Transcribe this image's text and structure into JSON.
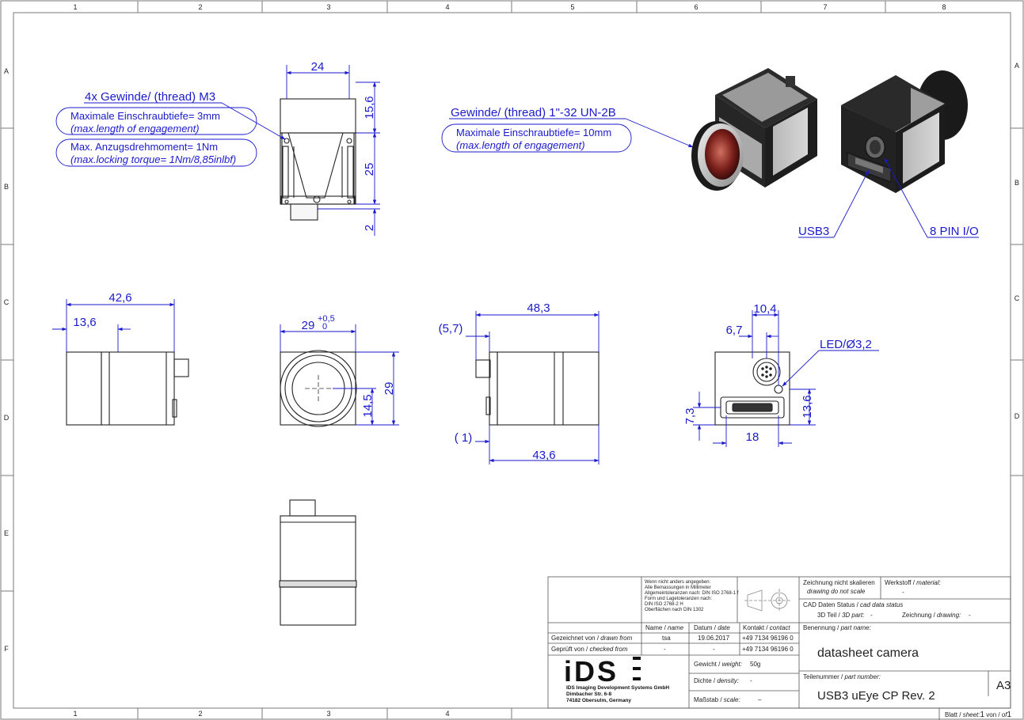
{
  "frame": {
    "col_labels": [
      "1",
      "2",
      "3",
      "4",
      "5",
      "6",
      "7",
      "8"
    ],
    "bottom_col_labels": [
      "1",
      "2",
      "3",
      "4"
    ],
    "row_labels": [
      "A",
      "B",
      "C",
      "D",
      "E",
      "F"
    ]
  },
  "dimensions": {
    "top_width": "24",
    "top_h1": "15,6",
    "top_h2": "25",
    "top_h3": "2",
    "side_total": "42,6",
    "side_part": "13,6",
    "front_width": "29",
    "front_tol_upper": "+0,5",
    "front_tol_lower": "0",
    "front_height": "29",
    "front_half": "14,5",
    "rear_side_total": "48,3",
    "rear_side_offset": "(5,7)",
    "rear_side_small": "( 1)",
    "rear_side_body": "43,6",
    "back_w1": "10,4",
    "back_w2": "6,7",
    "back_led": "LED/Ø3,2",
    "back_h1": "7,3",
    "back_w3": "18",
    "back_h2": "13,6"
  },
  "callouts": {
    "m3_thread": "4x Gewinde/ (thread) M3",
    "m3_depth_1": "Maximale Einschraubtiefe= 3mm",
    "m3_depth_2": "(max.length of engagement)",
    "m3_torque_1": "Max. Anzugsdrehmoment= 1Nm",
    "m3_torque_2": "(max.locking torque= 1Nm/8,85inlbf)",
    "c_thread": "Gewinde/ (thread) 1\"-32 UN-2B",
    "c_depth_1": "Maximale Einschraubtiefe= 10mm",
    "c_depth_2": "(max.length of engagement)",
    "usb3": "USB3",
    "io": "8 PIN I/O"
  },
  "title_block": {
    "general_notes": [
      "Wenn nicht anders angegeben:",
      "Alle Bemassungen in Millimeter",
      "Allgemeintoleranzen nach: DIN ISO 2768-1 f",
      "Form und Lagetoleranzen nach:",
      "DIN ISO 2768-2 H",
      "Oberflächen nach DIN 1302"
    ],
    "no_scale": "Zeichnung nicht skalieren",
    "no_scale_en": "drawing do not scale",
    "material_label": "Werkstoff / ",
    "material_label_en": "material:",
    "material_value": "-",
    "cad_status": "CAD Daten Status / ",
    "cad_status_en": "cad data status",
    "part3d": "3D Teil / ",
    "part3d_en": "3D part:",
    "part3d_value": "-",
    "drawing_label": "Zeichnung / ",
    "drawing_label_en": "drawing:",
    "drawing_value": "-",
    "name_hdr": "Name / ",
    "name_hdr_en": "name",
    "date_hdr": "Datum / ",
    "date_hdr_en": "date",
    "contact_hdr": "Kontakt / ",
    "contact_hdr_en": "contact",
    "drawn_label": "Gezeichnet von / ",
    "drawn_label_en": "drawn from",
    "drawn_name": "tsa",
    "drawn_date": "19.06.2017",
    "drawn_contact": "+49 7134 96196 0",
    "checked_label": "Geprüft von / ",
    "checked_label_en": "checked from",
    "checked_name": "-",
    "checked_date": "-",
    "checked_contact": "+49 7134 96196 0",
    "designation_label": "Benennung / ",
    "designation_label_en": "part name:",
    "designation": "datasheet camera",
    "weight_label": "Gewicht / ",
    "weight_label_en": "weight:",
    "weight": "50g",
    "density_label": "Dichte / ",
    "density_label_en": "density:",
    "density": "-",
    "scale_label": "Maßstab / ",
    "scale_label_en": "scale:",
    "scale": "–",
    "partno_label": "Teilenummer / ",
    "partno_label_en": "part number:",
    "partno": "USB3 uEye CP Rev. 2",
    "format": "A3",
    "logo_text": "iDS",
    "company_1": "IDS Imaging Development Systems GmbH",
    "company_2": "Dimbacher Str. 6-8",
    "company_3": "74182 Obersulm, Germany",
    "sheet_label": "Blatt / ",
    "sheet_label_en": "sheet:",
    "sheet_num": "1",
    "sheet_of": " von / ",
    "sheet_of_en": "of",
    "sheet_total": "1"
  }
}
